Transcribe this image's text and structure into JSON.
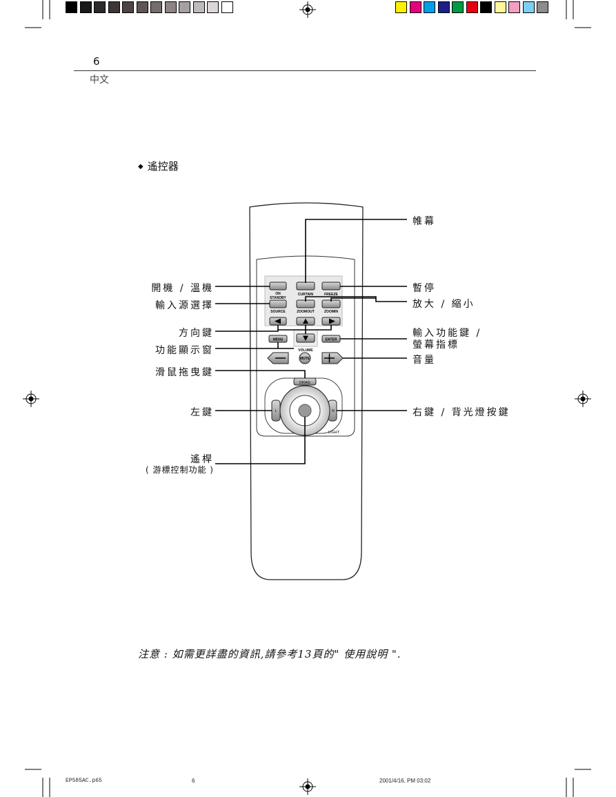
{
  "header": {
    "page_number": "6",
    "language": "中文",
    "gray_swatches": [
      "#000000",
      "#1a1a1a",
      "#2e2a2a",
      "#3d3636",
      "#4d4545",
      "#5f5757",
      "#756d6d",
      "#8d8585",
      "#a69f9f",
      "#c0baba",
      "#dcd7d7",
      "#ffffff"
    ],
    "color_swatches": [
      "#fff200",
      "#e6007e",
      "#00a0e9",
      "#1d2088",
      "#009944",
      "#e60012",
      "#000000",
      "#fff799",
      "#f19ec2",
      "#7ecef4",
      "#8c8c8c"
    ]
  },
  "section_title": "遙控器",
  "remote": {
    "buttons": {
      "on_standby": "ON\nSTANDBY",
      "curtain": "CURTAIN",
      "freeze": "FREEZE",
      "source": "SOURCE",
      "zoomout": "ZOOMOUT",
      "zoomin": "ZOOMIN",
      "menu": "MENU",
      "enter": "ENTER",
      "volume": "VOLUME",
      "mute": "MUTE",
      "drag": "DRAG",
      "left": "L",
      "right": "R",
      "light": "LIGHT"
    }
  },
  "labels": {
    "curtain": "帷幕",
    "power": "開機 / 溫機",
    "freeze": "暫停",
    "input_select": "輸入源選擇",
    "zoom": "放大 / 縮小",
    "direction": "方向鍵",
    "input_function": "輸入功能鍵 /",
    "screen_pointer": "螢幕指標",
    "function_display": "功能顯示窗",
    "volume": "音量",
    "mouse_drag": "滑鼠拖曳鍵",
    "left_key": "左鍵",
    "right_key": "右鍵 / 背光燈按鍵",
    "joystick": "遙桿",
    "joystick_note": "( 游標控制功能 )"
  },
  "note": "注意 : 如需更詳盡的資訊,請參考13頁的\" 使用說明 \".",
  "footer": {
    "file": "EP585AC.p65",
    "page": "6",
    "date": "2001/4/16, PM 03:02"
  }
}
